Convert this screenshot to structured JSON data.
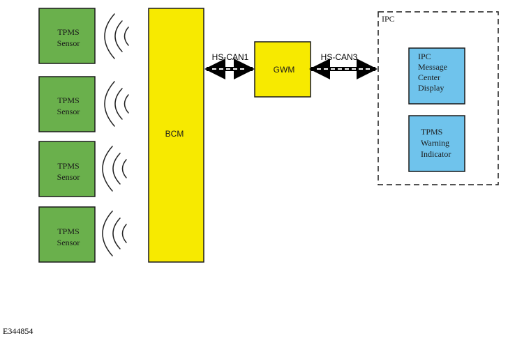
{
  "sensors": [
    {
      "line1": "TPMS",
      "line2": "Sensor"
    },
    {
      "line1": "TPMS",
      "line2": "Sensor"
    },
    {
      "line1": "TPMS",
      "line2": "Sensor"
    },
    {
      "line1": "TPMS",
      "line2": "Sensor"
    }
  ],
  "bcm": {
    "label": "BCM"
  },
  "gwm": {
    "label": "GWM"
  },
  "links": {
    "can1": "HS-CAN1",
    "can3": "HS-CAN3"
  },
  "ipc": {
    "label": "IPC",
    "message_center": {
      "line1": "IPC",
      "line2": "Message",
      "line3": "Center",
      "line4": "Display"
    },
    "warning_indicator": {
      "line1": "TPMS",
      "line2": "Warning",
      "line3": "Indicator"
    }
  },
  "figure_id": "E344854",
  "colors": {
    "sensor_fill": "#6ab04c",
    "module_fill": "#f7ea00",
    "display_fill": "#6fc3ec",
    "stroke": "#1a1a1a"
  }
}
